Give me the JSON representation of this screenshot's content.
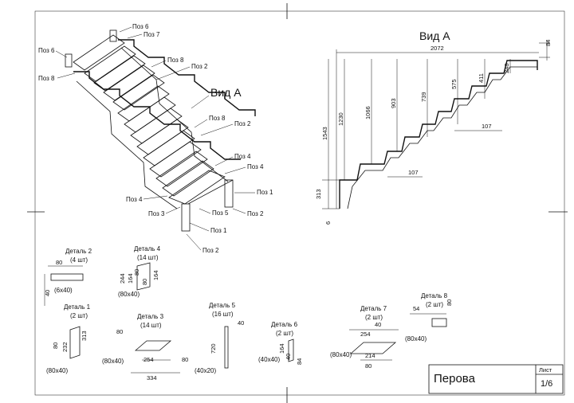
{
  "sheet": {
    "title": "Перова",
    "sheet_label": "Лист",
    "sheet_number": "1/6"
  },
  "iso_view": {
    "view_label": "Вид А",
    "labels": {
      "poz6_top": "Поз 6",
      "poz7_top": "Поз 7",
      "poz6_left": "Поз 6",
      "poz8_left": "Поз 8",
      "poz8_a": "Поз 8",
      "poz2_a": "Поз 2",
      "poz8_b": "Поз 8",
      "poz2_b": "Поз 2",
      "poz4_a": "Поз 4",
      "poz4_b": "Поз 4",
      "poz1_a": "Поз 1",
      "poz2_c": "Поз 2",
      "poz4_c": "Поз 4",
      "poz3": "Поз 3",
      "poz5": "Поз 5",
      "poz1_b": "Поз 1",
      "poz2_d": "Поз 2"
    }
  },
  "view_a": {
    "title": "Вид А",
    "width_total": "2072",
    "top_offset": "84",
    "heights": [
      "1543",
      "1230",
      "1066",
      "903",
      "739",
      "575",
      "411",
      "248"
    ],
    "bottom_heights": [
      "313",
      "6"
    ],
    "tread_107_upper": "107",
    "tread_107_lower": "107"
  },
  "details": {
    "d2": {
      "name": "Деталь 2",
      "qty": "(4 шт)",
      "dim_len": "80",
      "dim_h": "40",
      "profile": "(6х40)"
    },
    "d4": {
      "name": "Деталь 4",
      "qty": "(14 шт)",
      "dims": [
        "244",
        "164",
        "80",
        "80",
        "164"
      ],
      "profile": "(80х40)"
    },
    "d1": {
      "name": "Деталь 1",
      "qty": "(2 шт)",
      "dims": [
        "80",
        "232",
        "313"
      ],
      "profile": "(80х40)"
    },
    "d3": {
      "name": "Деталь 3",
      "qty": "(14 шт)",
      "dim_top": "80",
      "dim_254": "254",
      "dim_334": "334",
      "dim_right": "80",
      "profile": "(80х40)"
    },
    "d5": {
      "name": "Деталь 5",
      "qty": "(16 шт)",
      "dim_top": "40",
      "dim_len": "720",
      "profile": "(40х20)"
    },
    "d6": {
      "name": "Деталь 6",
      "qty": "(2 шт)",
      "dims": [
        "164",
        "40",
        "84"
      ],
      "profile": "(40х40)"
    },
    "d7": {
      "name": "Деталь 7",
      "qty": "(2 шт)",
      "dim_top": "40",
      "dim_254": "254",
      "dim_214": "214",
      "dim_80": "80",
      "profile": "(80х40)"
    },
    "d8": {
      "name": "Деталь 8",
      "qty": "(2 шт)",
      "dim_54": "54",
      "dim_80": "80",
      "profile": "(80х40)"
    }
  }
}
